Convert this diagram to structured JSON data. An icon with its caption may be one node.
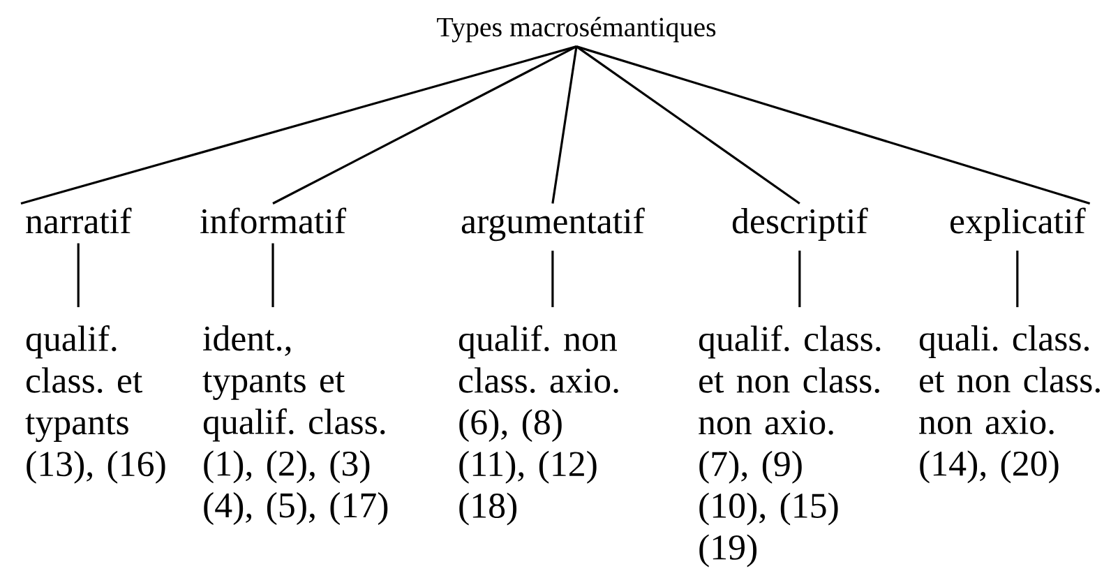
{
  "diagram": {
    "nodes": [
      {
        "text": [
          "Types macrosémantiques"
        ]
      },
      {
        "text": [
          "narratif"
        ]
      },
      {
        "text": [
          "informatif"
        ]
      },
      {
        "text": [
          "argumentatif"
        ]
      },
      {
        "text": [
          "descriptif"
        ]
      },
      {
        "text": [
          "explicatif"
        ]
      },
      {
        "text": [
          "qualif. class. et typants (13), (16)"
        ]
      },
      {
        "text": [
          "ident., typants et qualif. class. (1), (2), (3) (4), (5), (17)"
        ]
      },
      {
        "text": [
          "qualif. non class. axio. (6), (8) (11), (12) (18)"
        ]
      },
      {
        "text": [
          "qualif. class. et non class. non axio. (7), (9) (10), (15) (19)"
        ]
      },
      {
        "text": [
          "quali. class. et non class. non axio. (14), (20)"
        ]
      }
    ],
    "edges": [
      {
        "from": 0,
        "to": 1,
        "arrow": "none"
      },
      {
        "from": 0,
        "to": 2,
        "arrow": "none"
      },
      {
        "from": 0,
        "to": 3,
        "arrow": "none"
      },
      {
        "from": 0,
        "to": 4,
        "arrow": "none"
      },
      {
        "from": 0,
        "to": 5,
        "arrow": "none"
      },
      {
        "from": 1,
        "to": 6,
        "arrow": "none"
      },
      {
        "from": 2,
        "to": 7,
        "arrow": "none"
      },
      {
        "from": 3,
        "to": 8,
        "arrow": "none"
      },
      {
        "from": 4,
        "to": 9,
        "arrow": "none"
      },
      {
        "from": 5,
        "to": 10,
        "arrow": "none"
      }
    ]
  }
}
